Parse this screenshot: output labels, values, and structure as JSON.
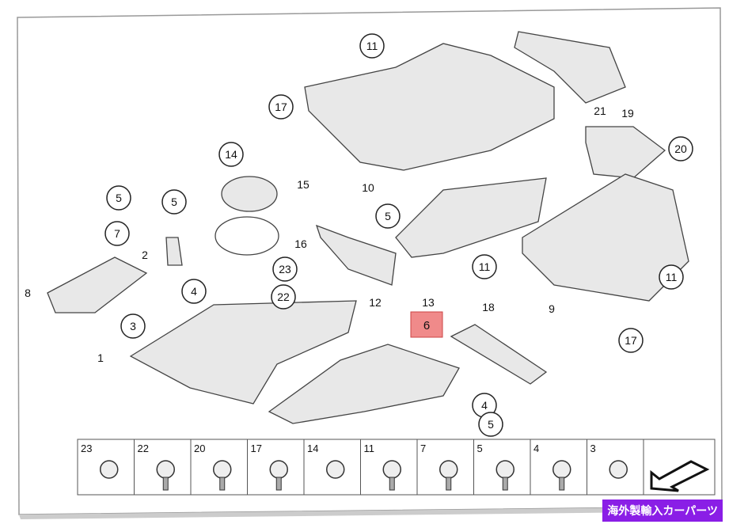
{
  "diagram": {
    "callouts": [
      {
        "label": "11",
        "style": "circle"
      },
      {
        "label": "17",
        "style": "circle"
      },
      {
        "label": "21",
        "style": "plain"
      },
      {
        "label": "19",
        "style": "plain"
      },
      {
        "label": "20",
        "style": "circle"
      },
      {
        "label": "14",
        "style": "circle"
      },
      {
        "label": "15",
        "style": "plain"
      },
      {
        "label": "10",
        "style": "plain"
      },
      {
        "label": "5",
        "style": "circle"
      },
      {
        "label": "5",
        "style": "circle"
      },
      {
        "label": "7",
        "style": "circle"
      },
      {
        "label": "2",
        "style": "plain"
      },
      {
        "label": "16",
        "style": "plain"
      },
      {
        "label": "5",
        "style": "circle"
      },
      {
        "label": "11",
        "style": "circle"
      },
      {
        "label": "23",
        "style": "circle"
      },
      {
        "label": "22",
        "style": "circle"
      },
      {
        "label": "11",
        "style": "circle"
      },
      {
        "label": "8",
        "style": "plain"
      },
      {
        "label": "4",
        "style": "circle"
      },
      {
        "label": "12",
        "style": "plain"
      },
      {
        "label": "13",
        "style": "plain"
      },
      {
        "label": "9",
        "style": "plain"
      },
      {
        "label": "18",
        "style": "plain"
      },
      {
        "label": "3",
        "style": "circle"
      },
      {
        "label": "17",
        "style": "circle"
      },
      {
        "label": "1",
        "style": "plain"
      },
      {
        "label": "4",
        "style": "circle"
      },
      {
        "label": "5",
        "style": "circle"
      }
    ],
    "highlighted": {
      "label": "6",
      "color": "#f08a8a"
    },
    "fastener_strip": [
      "23",
      "22",
      "20",
      "17",
      "14",
      "11",
      "7",
      "5",
      "4",
      "3"
    ]
  },
  "watermark": "海外製輸入カーパーツ"
}
